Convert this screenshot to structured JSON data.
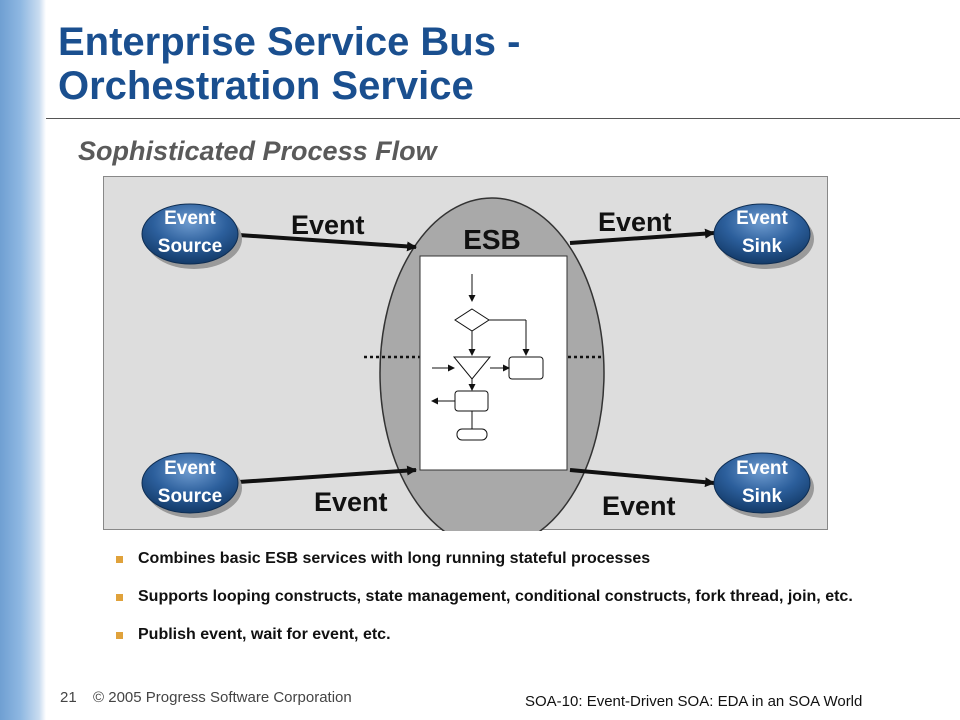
{
  "slide": {
    "title_line1": "Enterprise Service Bus -",
    "title_line2": "Orchestration Service",
    "subtitle": "Sophisticated Process Flow"
  },
  "diagram": {
    "center_label": "ESB",
    "nodes": {
      "source_top": [
        "Event",
        "Source"
      ],
      "source_bottom": [
        "Event",
        "Source"
      ],
      "sink_top": [
        "Event",
        "Sink"
      ],
      "sink_bottom": [
        "Event",
        "Sink"
      ]
    },
    "arrow_labels": {
      "top_left": "Event",
      "top_right": "Event",
      "bottom_left": "Event",
      "bottom_right": "Event"
    }
  },
  "bullets": [
    "Combines basic ESB services with long running stateful processes",
    "Supports looping constructs, state management, conditional constructs, fork thread, join, etc.",
    "Publish event, wait for event, etc."
  ],
  "footer": {
    "slide_number": "21",
    "copyright": "© 2005 Progress Software Corporation",
    "session": "SOA-10: Event-Driven SOA: EDA in an SOA World"
  },
  "colors": {
    "title": "#1a4f8f",
    "node": "#1d4f86",
    "bullet_marker": "#e0a23b",
    "esb_ellipse": "#a9a9a9"
  }
}
